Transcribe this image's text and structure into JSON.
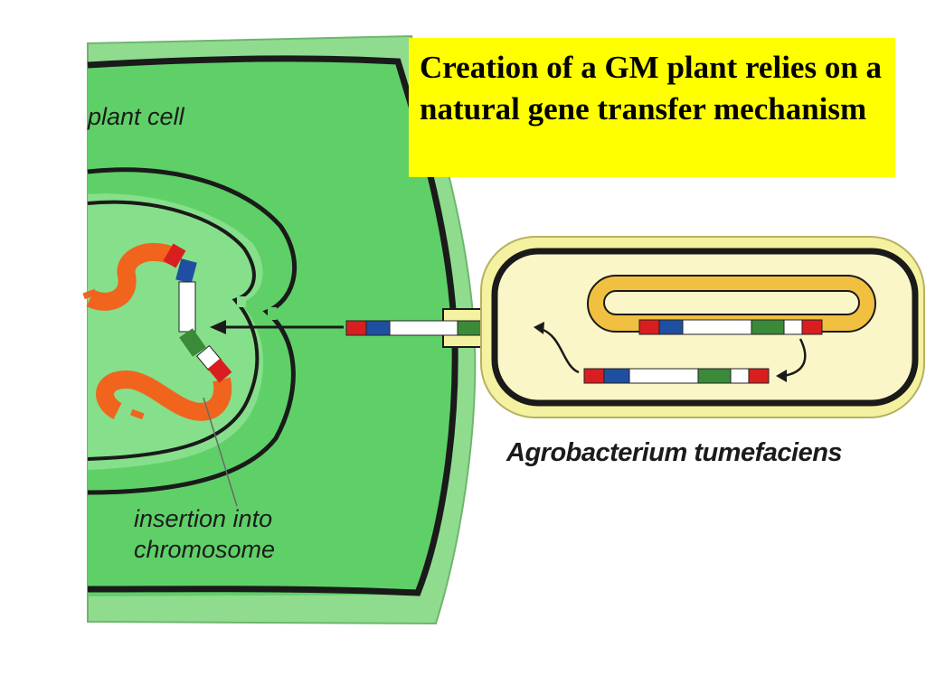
{
  "title": "Creation of a GM plant relies on a natural gene transfer mechanism",
  "labels": {
    "plant_cell": "plant cell",
    "insertion_line1": "insertion into",
    "insertion_line2": "chromosome",
    "bacterium": "Agrobacterium tumefaciens"
  },
  "colors": {
    "cell_outer": "#8fdc8f",
    "cell_inner": "#5fd068",
    "nucleus": "#86df8a",
    "membrane": "#1a1a1a",
    "chromosome": "#f0641e",
    "bacterium_outer": "#f4f2a0",
    "bacterium_inner": "#fbf6c8",
    "plasmid": "#f2c040",
    "title_bg": "#ffff00",
    "segment_red": "#d81e1e",
    "segment_blue": "#1f4fa0",
    "segment_green": "#3a8a3a",
    "segment_white": "#ffffff"
  }
}
